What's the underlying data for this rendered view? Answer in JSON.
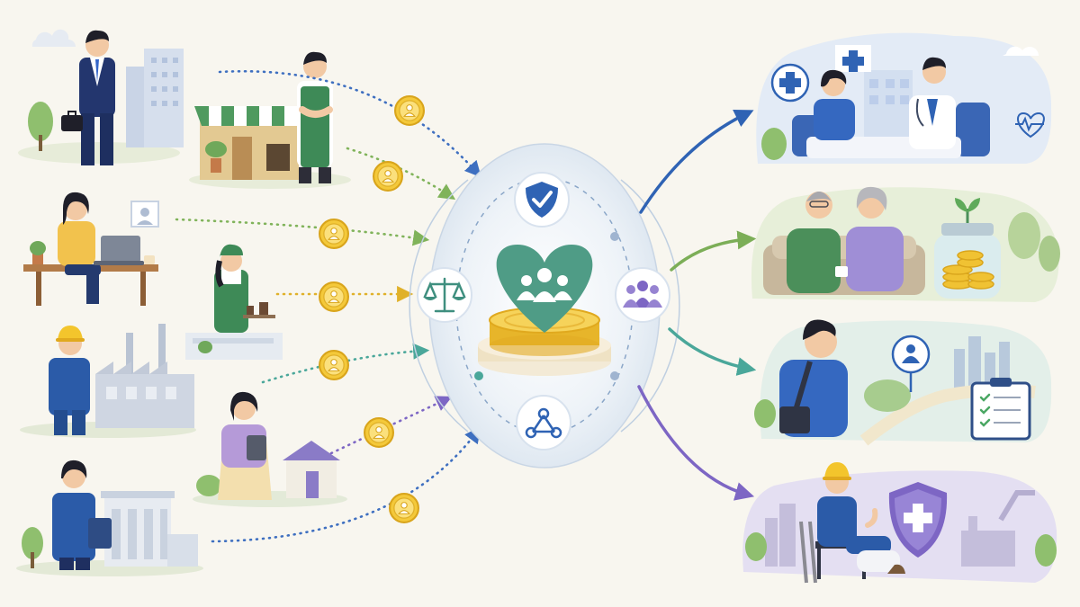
{
  "title": "",
  "colors": {
    "background": "#f8f6ef",
    "blue": "#2f63b4",
    "green": "#3f8f5e",
    "purple": "#7d66c4",
    "teal": "#4aa79a",
    "gold": "#f0c233",
    "heart": "#4f9c86"
  },
  "contributors": [
    {
      "role": "office-worker",
      "icon": "briefcase-icon",
      "flow_color": "#2f63b4"
    },
    {
      "role": "shop-owner",
      "icon": "storefront-icon",
      "flow_color": "#2f63b4"
    },
    {
      "role": "remote-worker",
      "icon": "laptop-icon",
      "flow_color": "#7cae57"
    },
    {
      "role": "cafe-worker",
      "icon": "coffee-icon",
      "flow_color": "#e0b12a"
    },
    {
      "role": "factory-worker",
      "icon": "hard-hat-icon",
      "flow_color": "#4aa79a"
    },
    {
      "role": "freelancer",
      "icon": "tablet-icon",
      "flow_color": "#7d66c4"
    },
    {
      "role": "public-servant",
      "icon": "clipboard-icon",
      "flow_color": "#2f63b4"
    }
  ],
  "hub": {
    "center_icon": "heart-people-icon",
    "orbit_icons": [
      "shield-check-icon",
      "scales-icon",
      "people-group-icon",
      "network-icon"
    ],
    "base": "coin-stack"
  },
  "benefits": [
    {
      "name": "healthcare",
      "icon": "medical-cross-icon",
      "color": "#2f63b4"
    },
    {
      "name": "retirement-pension",
      "icon": "savings-jar-icon",
      "color": "#7cae57"
    },
    {
      "name": "unemployment-support",
      "icon": "job-search-icon",
      "color": "#4aa79a"
    },
    {
      "name": "work-injury-protection",
      "icon": "shield-cross-icon",
      "color": "#7d66c4"
    }
  ]
}
